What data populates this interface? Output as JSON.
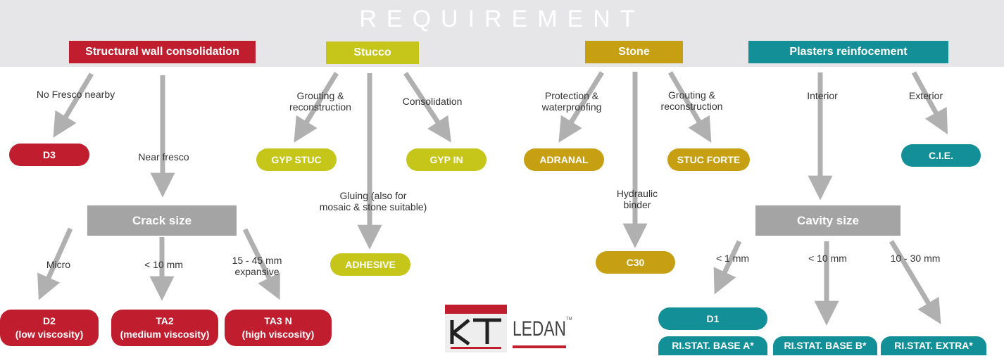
{
  "header": {
    "title": "REQUIREMENT"
  },
  "categories": {
    "structural": "Structural wall consolidation",
    "stucco": "Stucco",
    "stone": "Stone",
    "plasters": "Plasters reinfocement"
  },
  "structural": {
    "no_fresco_label": "No Fresco nearby",
    "near_fresco_label": "Near fresco",
    "d3": "D3",
    "crack_size": "Crack size",
    "micro_label": "Micro",
    "lt10_label": "< 10 mm",
    "range_label_line1": "15 - 45 mm",
    "range_label_line2": "expansive",
    "d2_name": "D2",
    "d2_sub": "(low viscosity)",
    "ta2_name": "TA2",
    "ta2_sub": "(medium viscosity)",
    "ta3_name": "TA3 N",
    "ta3_sub": "(high viscosity)"
  },
  "stucco": {
    "grouting_line1": "Grouting &",
    "grouting_line2": "reconstruction",
    "consolidation_label": "Consolidation",
    "gluing_line1": "Gluing (also for",
    "gluing_line2": "mosaic & stone suitable)",
    "gyp_stuc": "GYP STUC",
    "gyp_in": "GYP IN",
    "adhesive": "ADHESIVE"
  },
  "stone": {
    "protection_line1": "Protection &",
    "protection_line2": "waterproofing",
    "grouting_line1": "Grouting &",
    "grouting_line2": "reconstruction",
    "hydraulic_line1": "Hydraulic",
    "hydraulic_line2": "binder",
    "adranal": "ADRANAL",
    "stuc_forte": "STUC FORTE",
    "c30": "C30"
  },
  "plasters": {
    "interior_label": "Interior",
    "exterior_label": "Exterior",
    "cie": "C.I.E.",
    "cavity_size": "Cavity size",
    "lt1_label": "< 1 mm",
    "lt10_label": "< 10 mm",
    "range_label": "10 - 30 mm",
    "d1": "D1",
    "base_a": "RI.STAT. BASE A*",
    "base_b": "RI.STAT. BASE B*",
    "extra": "RI.STAT. EXTRA*"
  },
  "logos": {
    "kat_letters": "KT",
    "ledan_text": "LEDAN",
    "ledan_mark": "TM"
  },
  "colors": {
    "red": "#c01d2e",
    "lime": "#c5c51a",
    "gold": "#c69f13",
    "teal": "#138f98",
    "grey": "#a4a4a4",
    "header_bg": "#e6e6e8"
  }
}
